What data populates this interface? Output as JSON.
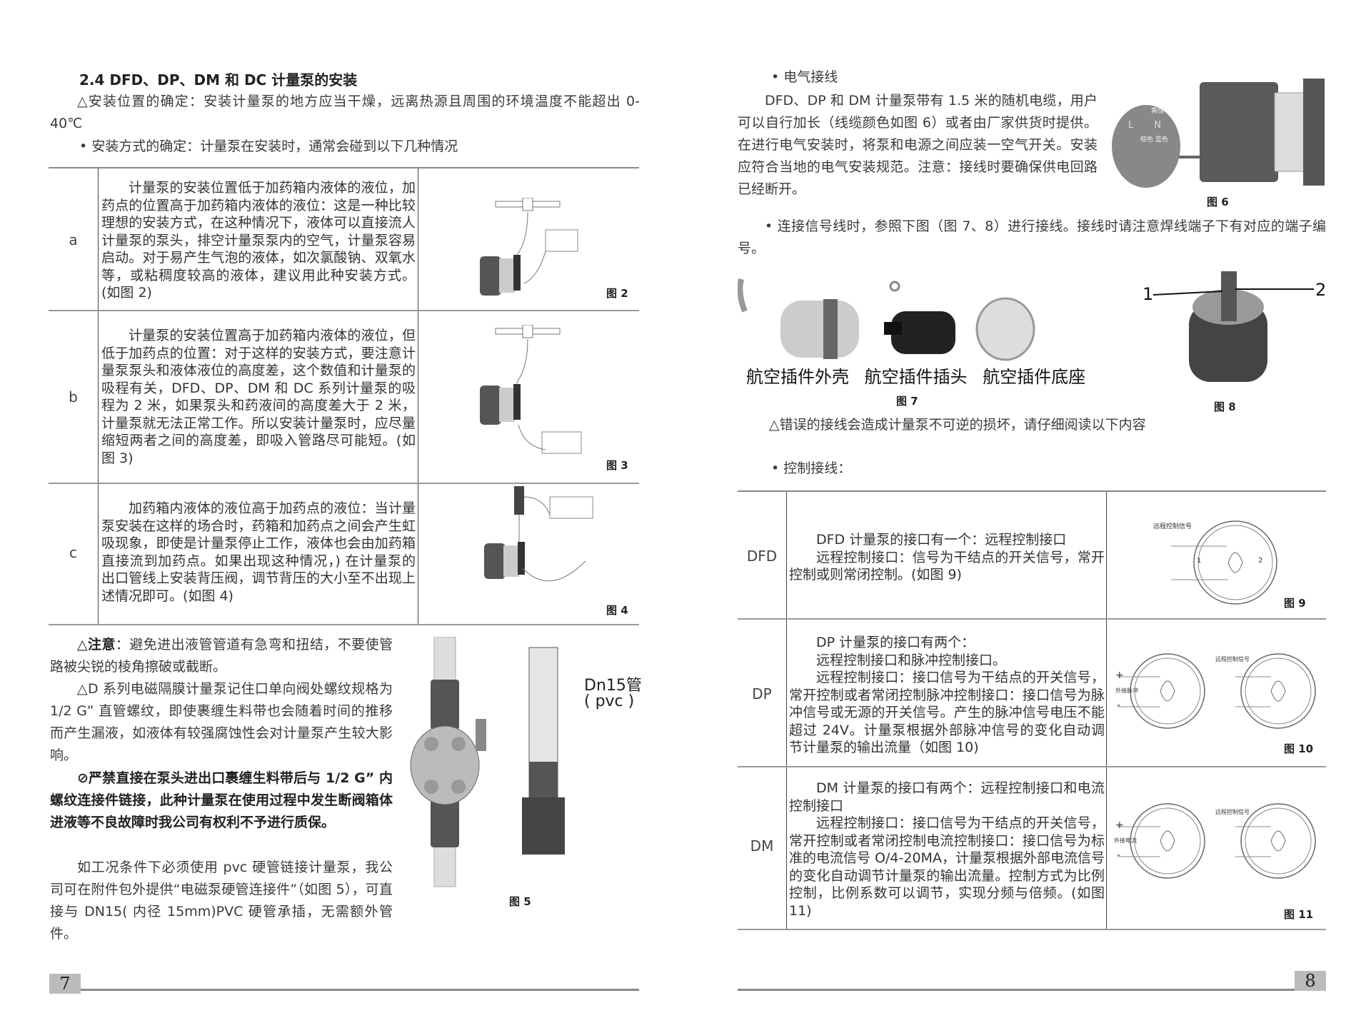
{
  "left_page": {
    "title": "2.4 DFD、DP、DM 和 DC 计量泵的安装",
    "location_note": "△安装位置的确定：安装计量泵的地方应当干燥，远离热源且周围的环境温度不能超出 0-40℃",
    "method_note": "• 安装方式的确定：计量泵在安装时，通常会碰到以下几种情况",
    "rows": [
      {
        "label": "a",
        "text": "计量泵的安装位置低于加药箱内液体的液位，加药点的位置高于加药箱内液体的液位：这是一种比较理想的安装方式，在这种情况下，液体可以直接流人计量泵的泵头，排空计量泵泵内的空气，计量泵容易启动。对于易产生气泡的液体，如次氯酸钠、双氧水等，或粘稠度较高的液体，建议用此种安装方式。(如图 2)",
        "figure": "图 2"
      },
      {
        "label": "b",
        "text": "计量泵的安装位置高于加药箱内液体的液位，但低于加药点的位置：对于这样的安装方式，要注意计量泵泵头和液体液位的高度差，这个数值和计量泵的吸程有关，DFD、DP、DM 和 DC 系列计量泵的吸程为 2 米，如果泵头和药液间的高度差大于 2 米，计量泵就无法正常工作。所以安装计量泵时，应尽量缩短两者之间的高度差，即吸入管路尽可能短。(如图 3)",
        "figure": "图 3"
      },
      {
        "label": "c",
        "text": "加药箱内液体的液位高于加药点的液位：当计量泵安装在这样的场合时，药箱和加药点之间会产生虹吸现象，即使是计量泵停止工作，液体也会由加药箱直接流到加药点。如果出现这种情况，) 在计量泵的出口管线上安装背压阀，调节背压的大小至不出现上述情况即可。(如图 4)",
        "figure": "图 4"
      }
    ],
    "notice_label": "△注意",
    "notice_text": "：避免进出液管管道有急弯和扭结，不要使管路被尖锐的棱角擦破或截断。",
    "thread_note": "△D 系列电磁隔膜计量泵记住口单向阀处螺纹规格为 1/2 G” 直管螺纹，即使裹缠生料带也会随着时间的推移而产生漏液，如液体有较强腐蚀性会对计量泵产生较大影响。",
    "prohibit_note": "⊘严禁直接在泵头进出口裹缠生料带后与 1/2 G” 内螺纹连接件链接，此种计量泵在使用过程中发生断阀箱体进液等不良故障时我公司有权利不予进行质保。",
    "pvc_note": "如工况条件下必须使用 pvc 硬管链接计量泵，我公司可在附件包外提供“电磁泵硬管连接件”（如图 5），可直接与 DN15( 内径 15mm)PVC 硬管承插，无需额外管件。",
    "fig5_label": "图 5",
    "fig5_pipe_label": "Dn15管",
    "fig5_pipe_sub": "( pvc )",
    "page_number": "7"
  },
  "right_page": {
    "electrical_heading": "• 电气接线",
    "electrical_text": "DFD、DP 和 DM 计量泵带有 1.5 米的随机电缆，用户可以自行加长（线缆颜色如图 6）或者由厂家供货时提供。在进行电气安装时，将泵和电源之间应装一空气开关。安装应符合当地的电气安装规范。注意：接线时要确保供电回路已经断开。",
    "fig6_label": "图 6",
    "fig6_wires": {
      "earth": "黄绿",
      "live": "棕色",
      "neutral": "蓝色",
      "L": "L",
      "N": "N"
    },
    "signal_note": "• 连接信号线时，参照下图（图 7、8）进行接线。接线时请注意焊线端子下有对应的端子编号。",
    "fig7_parts": [
      "航空插件外壳",
      "航空插件插头",
      "航空插件底座"
    ],
    "fig7_label": "图 7",
    "fig8_label": "图 8",
    "fig8_pins": [
      "1",
      "2"
    ],
    "warning": "△错误的接线会造成计量泵不可逆的损坏，请仔细阅读以下内容",
    "control_heading": "• 控制接线：",
    "rows": [
      {
        "label": "DFD",
        "paras": [
          "DFD 计量泵的接口有一个：远程控制接口",
          "远程控制接口：信号为干结点的开关信号，常开控制或则常闭控制。(如图 9)"
        ],
        "figure": "图 9"
      },
      {
        "label": "DP",
        "paras": [
          "DP 计量泵的接口有两个：",
          "远程控制接口和脉冲控制接口。",
          "远程控制接口：接口信号为干结点的开关信号，常开控制或者常闭控制脉冲控制接口：接口信号为脉冲信号或无源的开关信号。产生的脉冲信号电压不能超过 24V。计量泵根据外部脉冲信号的变化自动调节计量泵的输出流量（如图 10)"
        ],
        "figure": "图 10"
      },
      {
        "label": "DM",
        "paras": [
          "DM 计量泵的接口有两个：远程控制接口和电流控制接口",
          "远程控制接口：接口信号为干结点的开关信号，常开控制或者常闭控制电流控制接口：接口信号为标准的电流信号 O/4-20MA，计量泵根据外部电流信号的变化自动调节计量泵的输出流量。控制方式为比例控制，比例系数可以调节，实现分频与倍频。(如图 11)"
        ],
        "figure": "图 11"
      }
    ],
    "diagram": {
      "remote": "远程控制信号",
      "pulse": "外接脉冲",
      "current": "外接电流",
      "plus": "+",
      "minus": "-",
      "pin1": "1",
      "pin2": "2"
    },
    "page_number": "8"
  }
}
